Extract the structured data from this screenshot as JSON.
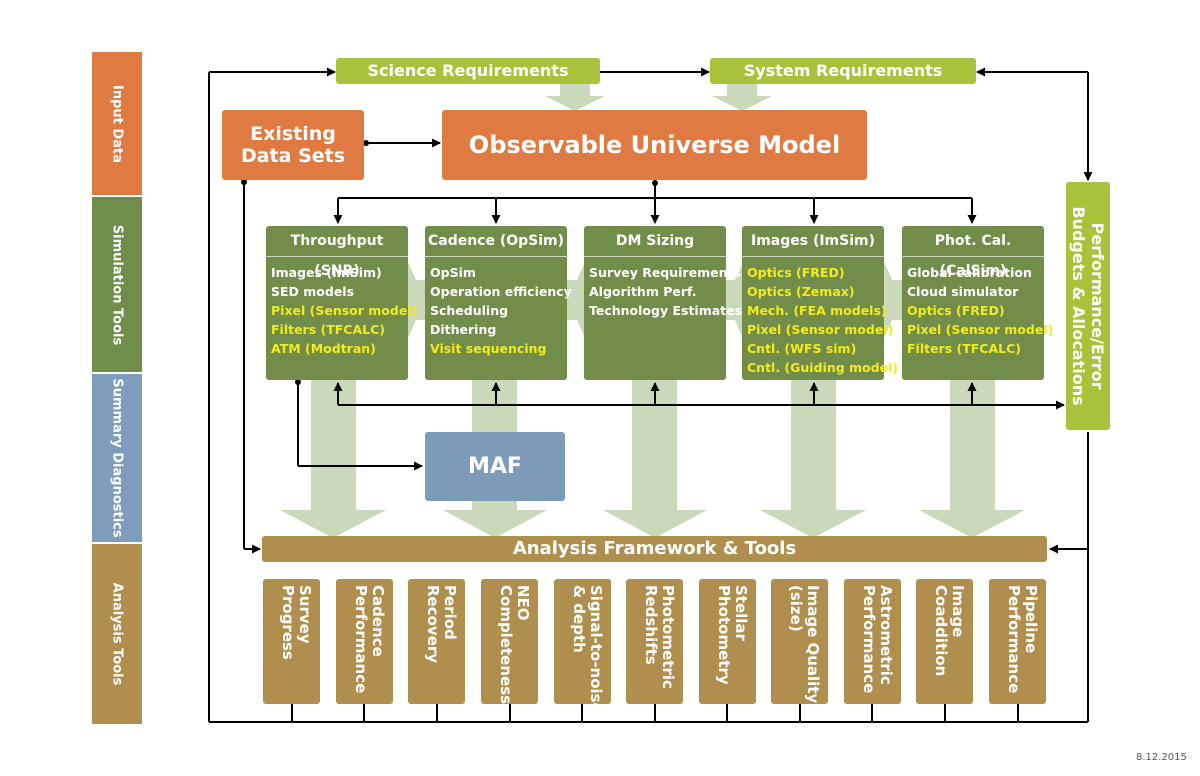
{
  "side_bands": [
    {
      "label": "Input Data",
      "color": "#e07a43"
    },
    {
      "label": "Simulation Tools",
      "color": "#6f8e4b"
    },
    {
      "label": "Summary Diagnostics",
      "color": "#7e9dbc"
    },
    {
      "label": "Analysis Tools",
      "color": "#b08e4d"
    }
  ],
  "requirements": {
    "science": "Science Requirements",
    "system": "System Requirements"
  },
  "input": {
    "existing_data_sets": "Existing\nData Sets",
    "observable_universe_model": "Observable Universe Model"
  },
  "tools": [
    {
      "title": "Throughput (SNR)",
      "items": [
        {
          "text": "Images (ImSim)",
          "highlight": false
        },
        {
          "text": "SED models",
          "highlight": false
        },
        {
          "text": "Pixel (Sensor model)",
          "highlight": true
        },
        {
          "text": "Filters (TFCALC)",
          "highlight": true
        },
        {
          "text": "ATM (Modtran)",
          "highlight": true
        }
      ]
    },
    {
      "title": "Cadence (OpSim)",
      "items": [
        {
          "text": "OpSim",
          "highlight": false
        },
        {
          "text": "Operation efficiency",
          "highlight": false
        },
        {
          "text": "Scheduling",
          "highlight": false
        },
        {
          "text": "Dithering",
          "highlight": false
        },
        {
          "text": "Visit sequencing",
          "highlight": true
        }
      ]
    },
    {
      "title": "DM Sizing",
      "items": [
        {
          "text": "Survey Requirements",
          "highlight": false
        },
        {
          "text": "Algorithm Perf.",
          "highlight": false
        },
        {
          "text": "Technology Estimates",
          "highlight": false
        }
      ]
    },
    {
      "title": "Images (ImSim)",
      "items": [
        {
          "text": "Optics (FRED)",
          "highlight": true
        },
        {
          "text": "Optics (Zemax)",
          "highlight": true
        },
        {
          "text": "Mech. (FEA models)",
          "highlight": true
        },
        {
          "text": "Pixel (Sensor model)",
          "highlight": true
        },
        {
          "text": "Cntl. (WFS sim)",
          "highlight": true
        },
        {
          "text": "Cntl. (Guiding model)",
          "highlight": true
        }
      ]
    },
    {
      "title": "Phot. Cal. (CalSim)",
      "items": [
        {
          "text": "Global calibration",
          "highlight": false
        },
        {
          "text": "Cloud simulator",
          "highlight": false
        },
        {
          "text": "Optics (FRED)",
          "highlight": true
        },
        {
          "text": "Pixel (Sensor model)",
          "highlight": true
        },
        {
          "text": "Filters (TFCALC)",
          "highlight": true
        }
      ]
    }
  ],
  "maf": "MAF",
  "budgets": "Performance/Error\nBudgets & Allocations",
  "analysis_framework": "Analysis Framework & Tools",
  "analysis_tools": [
    "Survey\nProgress",
    "Cadence\nPerformance",
    "Period\nRecovery",
    "NEO\nCompleteness",
    "Signal-to-noise\n& depth",
    "Photometric\nRedshifts",
    "Stellar\nPhotometry",
    "Image Quality\n(size)",
    "Astrometric\nPerformance",
    "Image\nCoaddition",
    "Pipeline\nPerformance"
  ],
  "colors": {
    "input": "#e07a43",
    "requirement": "#a9c23b",
    "tool": "#728c4a",
    "maf": "#7c9cba",
    "analysis": "#b08e4d",
    "flow": "#c9d9b9",
    "highlight": "#f2ec1c"
  },
  "footer_date": "8.12.2015"
}
